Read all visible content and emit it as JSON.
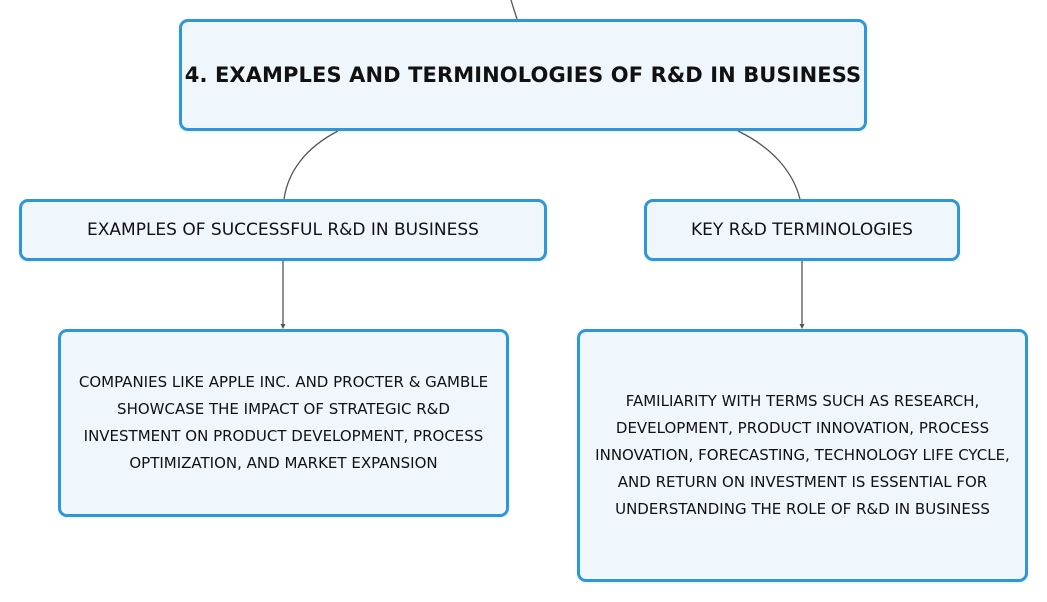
{
  "diagram": {
    "root": {
      "label": "4. EXAMPLES AND TERMINOLOGIES OF R&D IN BUSINESS"
    },
    "branches": [
      {
        "label": "EXAMPLES OF SUCCESSFUL R&D IN BUSINESS",
        "detail": "COMPANIES LIKE APPLE INC. AND PROCTER & GAMBLE SHOWCASE THE IMPACT OF STRATEGIC R&D INVESTMENT ON PRODUCT DEVELOPMENT, PROCESS OPTIMIZATION, AND MARKET EXPANSION"
      },
      {
        "label": "KEY R&D TERMINOLOGIES",
        "detail": "FAMILIARITY WITH TERMS SUCH AS RESEARCH, DEVELOPMENT, PRODUCT INNOVATION, PROCESS INNOVATION, FORECASTING, TECHNOLOGY LIFE CYCLE, AND RETURN ON INVESTMENT IS ESSENTIAL FOR UNDERSTANDING THE ROLE OF R&D IN BUSINESS"
      }
    ],
    "colors": {
      "node_border": "#2f96d7",
      "node_fill": "#eff6fc",
      "connector": "#555555",
      "text": "#111111"
    }
  }
}
